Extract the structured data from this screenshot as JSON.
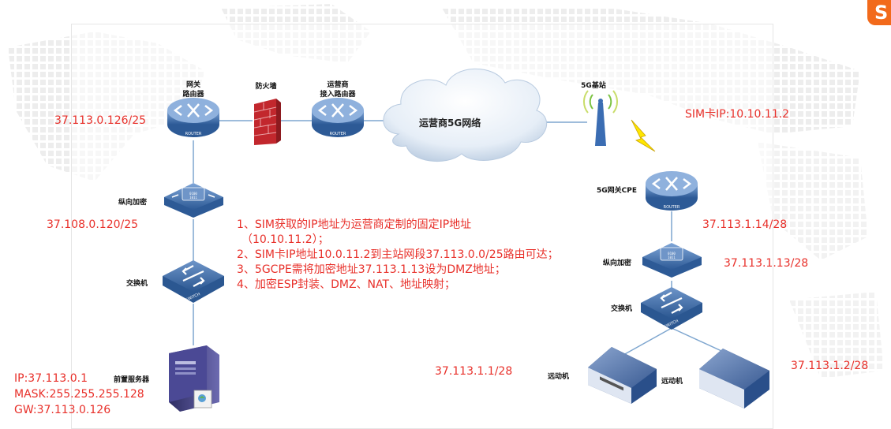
{
  "diagram": {
    "labels": {
      "gateway_router": "网关\n路由器",
      "firewall": "防火墙",
      "carrier_router": "运营商\n接入路由器",
      "cloud": "运营商5G网络",
      "base_station": "5G基站",
      "encrypt_left": "纵向加密",
      "switch_left": "交换机",
      "server": "前置服务器",
      "cpe": "5G网关CPE",
      "encrypt_right": "纵向加密",
      "switch_right": "交换机",
      "remote1": "远动机",
      "remote2": "远动机",
      "router_tag": "ROUTER",
      "switch_tag": "SWITCH"
    },
    "ips": {
      "gateway": "37.113.0.126/25",
      "encrypt_left": "37.108.0.120/25",
      "sim": "SIM卡IP:10.10.11.2",
      "cpe": "37.113.1.14/28",
      "encrypt_right": "37.113.1.13/28",
      "remote1": "37.113.1.1/28",
      "remote2": "37.113.1.2/28",
      "server_ip": "IP:37.113.0.1",
      "server_mask": "MASK:255.255.255.128",
      "server_gw": "GW:37.113.0.126"
    },
    "notes": [
      "1、SIM获取的IP地址为运营商定制的固定IP地址",
      "（10.10.11.2）；",
      "2、SIM卡IP地址10.0.11.2到主站网段37.113.0.0/25路由可达；",
      "3、5GCPE需将加密地址37.113.1.13设为DMZ地址；",
      "4、加密ESP封装、DMZ、NAT、地址映射；"
    ]
  },
  "brand": {
    "logo_char": "S",
    "logo_color": "#f26a1b"
  },
  "colors": {
    "annotation": "#e8302a",
    "device_blue": "#3f6faa",
    "link": "#7ea6cf"
  }
}
